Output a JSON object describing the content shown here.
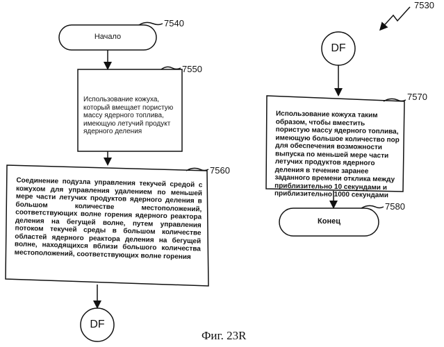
{
  "figure_number": "7530",
  "caption": "Фиг. 23R",
  "start": {
    "label": "Начало",
    "ref": "7540"
  },
  "step1": {
    "ref": "7550",
    "text": "Использование кожуха, который вмещает пористую массу ядерного топлива, имеющую летучий продукт ядерного деления"
  },
  "step2": {
    "ref": "7560",
    "text": "Соединение подузла управления текучей средой с кожухом для управления удалением по меньшей мере части летучих продуктов ядерного деления в большом количестве местоположений, соответствующих волне горения ядерного реактора деления на бегущей волне, путем управления потоком текучей среды в большом количестве областей ядерного реактора деления на бегущей волне, находящихся вблизи большого количества местоположений, соответствующих волне горения"
  },
  "connector_out": "DF",
  "connector_in": "DF",
  "step3": {
    "ref": "7570",
    "text": "Использование кожуха таким образом, чтобы вместить пористую массу ядерного топлива, имеющую большое количество пор для обеспечения возможности выпуска по меньшей мере части летучих продуктов ядерного деления в течение заранее заданного времени отклика между приблизительно 10 секундами и приблизительно 1000 секундами"
  },
  "end": {
    "label": "Конец",
    "ref": "7580"
  }
}
